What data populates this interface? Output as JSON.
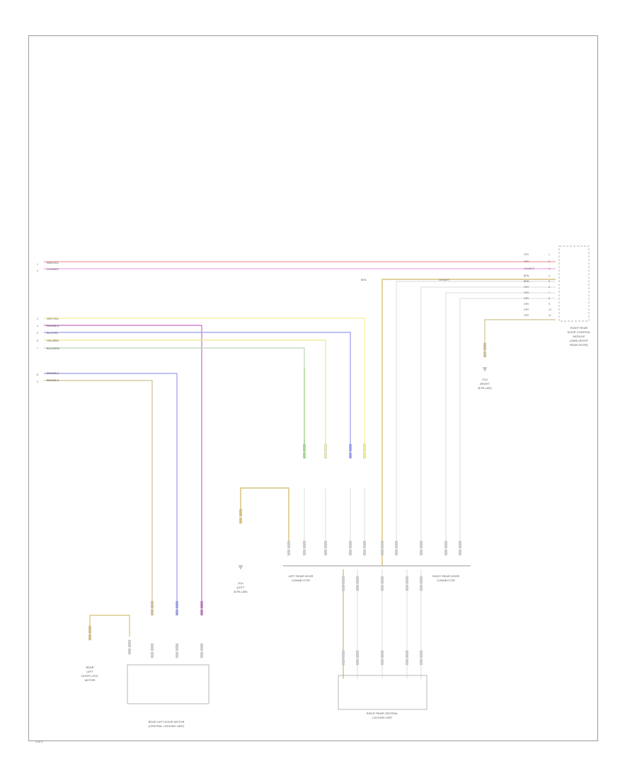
{
  "diagram": {
    "top_wires": {
      "labels": [
        "RED/YEL",
        "VIO/WHT"
      ],
      "pins": [
        "1",
        "2"
      ]
    },
    "mid_wires": {
      "labels": [
        "GRY/YEL",
        "RED/BLU",
        "BLU/YEL",
        "YEL/RED",
        "BLU/GRN"
      ],
      "pins": [
        "3",
        "4",
        "5",
        "6",
        "7"
      ]
    },
    "low_wires": {
      "labels": [
        "BRN/BLK",
        "BRN/BLK"
      ],
      "pins": [
        "8",
        "9"
      ]
    },
    "right_module": {
      "pin_labels": [
        "GRY",
        "GRY",
        "VIO/WHT",
        "BRN",
        "BRN",
        "GRY",
        "GRY",
        "GRY",
        "GRY",
        "GRY",
        "GRY"
      ],
      "name_lines": [
        "RIGHT REAR",
        "DOOR CONTROL",
        "MODULE",
        "(J389) (RIGHT",
        "REAR DOOR)"
      ]
    },
    "ground_right_label": [
      "G13",
      "(RIGHT",
      "B-PILLAR)"
    ],
    "ground_mid_label": [
      "G14",
      "(LEFT",
      "B-PILLAR)"
    ],
    "ground_left_label": [
      "REAR",
      "LEFT",
      "DOOR LOCK",
      "MOTOR"
    ],
    "connector_left_label": [
      "LEFT REAR DOOR",
      "CONNECTOR"
    ],
    "connector_right_label": [
      "RIGHT REAR DOOR",
      "CONNECTOR"
    ],
    "left_unit_label": [
      "REAR LEFT DOOR MOTOR",
      "(CENTRAL LOCKING UNIT)"
    ],
    "right_unit_label": [
      "RIGHT REAR CENTRAL",
      "LOCKING UNIT"
    ],
    "page_number": "3 of 3"
  },
  "colors": {
    "red": "#f29a9a",
    "pink": "#f0a6e6",
    "yellow": "#f3f098",
    "yellow2": "#eaea8a",
    "blue": "#9a9af0",
    "green": "#a6d68e",
    "brown": "#cfc191",
    "tan": "#d8c078",
    "gray": "#cfcfcf",
    "magenta": "#c86ac8"
  }
}
